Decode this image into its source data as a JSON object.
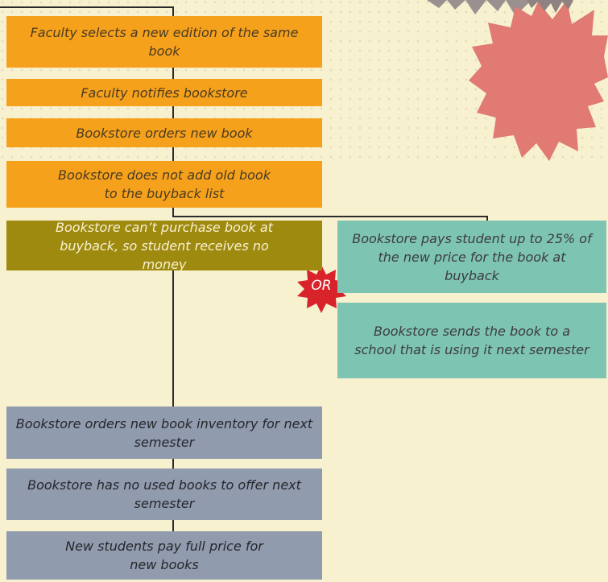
{
  "colors": {
    "background": "#f8f1cf",
    "step_orange": "#f6a11c",
    "step_olive": "#9f8a10",
    "step_teal": "#7ec4b3",
    "step_slate": "#919bae",
    "burst_red": "#d9232a",
    "burst_pink": "#e07a73",
    "burst_gray": "#9b9090"
  },
  "steps": {
    "faculty_selects": "Faculty selects a new edition of the same book",
    "faculty_notifies": "Faculty notifies bookstore",
    "bookstore_orders": "Bookstore orders new book",
    "bookstore_not_add": "Bookstore does not add old book to the buyback list",
    "cant_purchase": "Bookstore can’t purchase book at buyback, so student receives no money",
    "pays_student": "Bookstore pays student up to 25% of the new price for the book at buyback",
    "sends_book": "Bookstore sends the book to a school that is using it next semester",
    "orders_inventory": "Bookstore orders new book inventory for next semester",
    "no_used_books": "Bookstore has no used books to offer next semester",
    "full_price": "New students pay full price for new books"
  },
  "or_label": "OR"
}
